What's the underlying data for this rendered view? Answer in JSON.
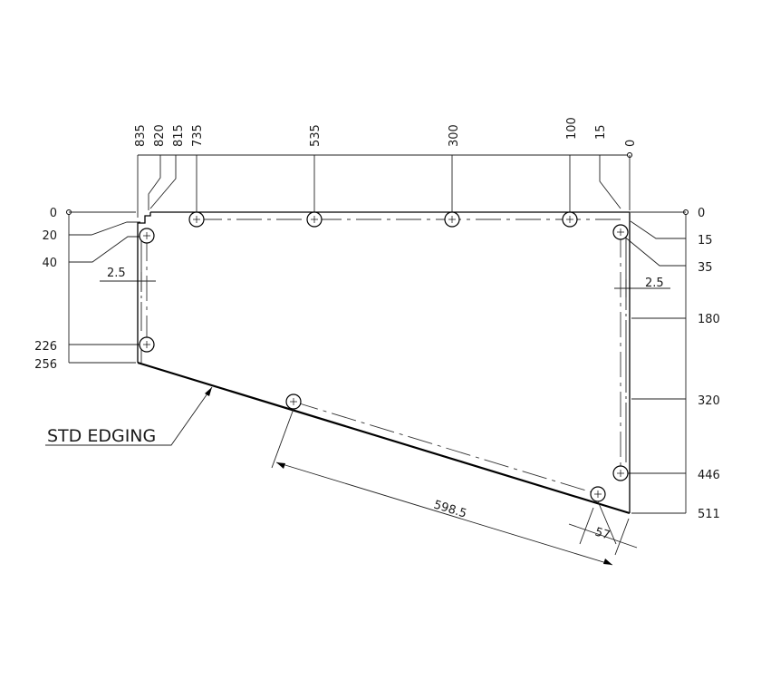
{
  "top_dimensions": [
    "835",
    "820",
    "815",
    "735",
    "535",
    "300",
    "100",
    "15",
    "0"
  ],
  "left_dimensions": [
    "0",
    "20",
    "40",
    "226",
    "256"
  ],
  "right_dimensions": [
    "0",
    "15",
    "35",
    "180",
    "320",
    "446",
    "511"
  ],
  "edge_offsets": {
    "left": "2.5",
    "right": "2.5"
  },
  "angled_dimensions": {
    "length": "598.5",
    "offset": "57"
  },
  "edging_label": "STD EDGING"
}
